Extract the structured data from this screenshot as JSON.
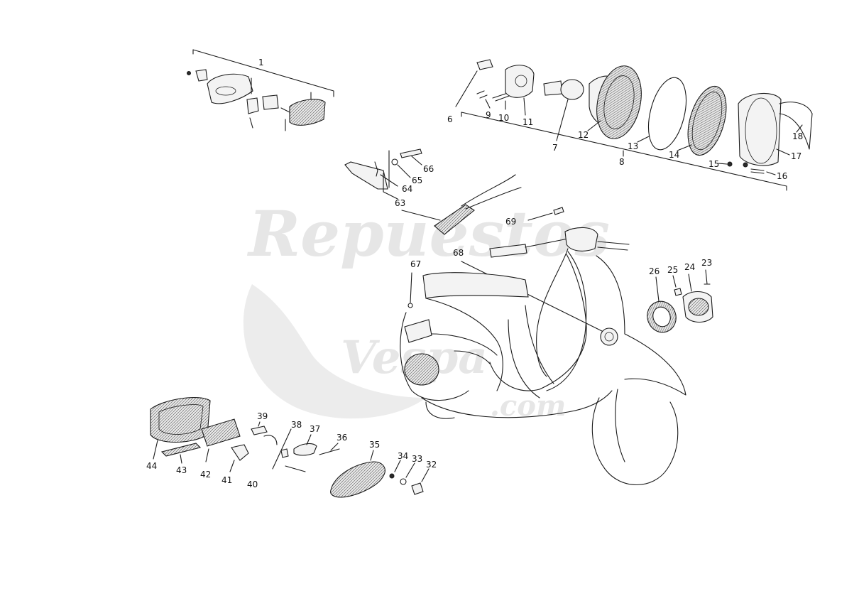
{
  "watermark": {
    "brand": "Repuestos",
    "sub": "Vespa",
    "site": ".com"
  },
  "labels": {
    "p1": "1",
    "p6": "6",
    "p7": "7",
    "p8": "8",
    "p9": "9",
    "p10": "10",
    "p11": "11",
    "p12": "12",
    "p13": "13",
    "p14": "14",
    "p15": "15",
    "p16": "16",
    "p17": "17",
    "p18": "18",
    "p23": "23",
    "p24": "24",
    "p25": "25",
    "p26": "26",
    "p32": "32",
    "p33": "33",
    "p34": "34",
    "p35": "35",
    "p36": "36",
    "p37": "37",
    "p38": "38",
    "p39": "39",
    "p40": "40",
    "p41": "41",
    "p42": "42",
    "p43": "43",
    "p44": "44",
    "p63": "63",
    "p64": "64",
    "p65": "65",
    "p66": "66",
    "p67": "67",
    "p68": "68",
    "p69": "69"
  }
}
